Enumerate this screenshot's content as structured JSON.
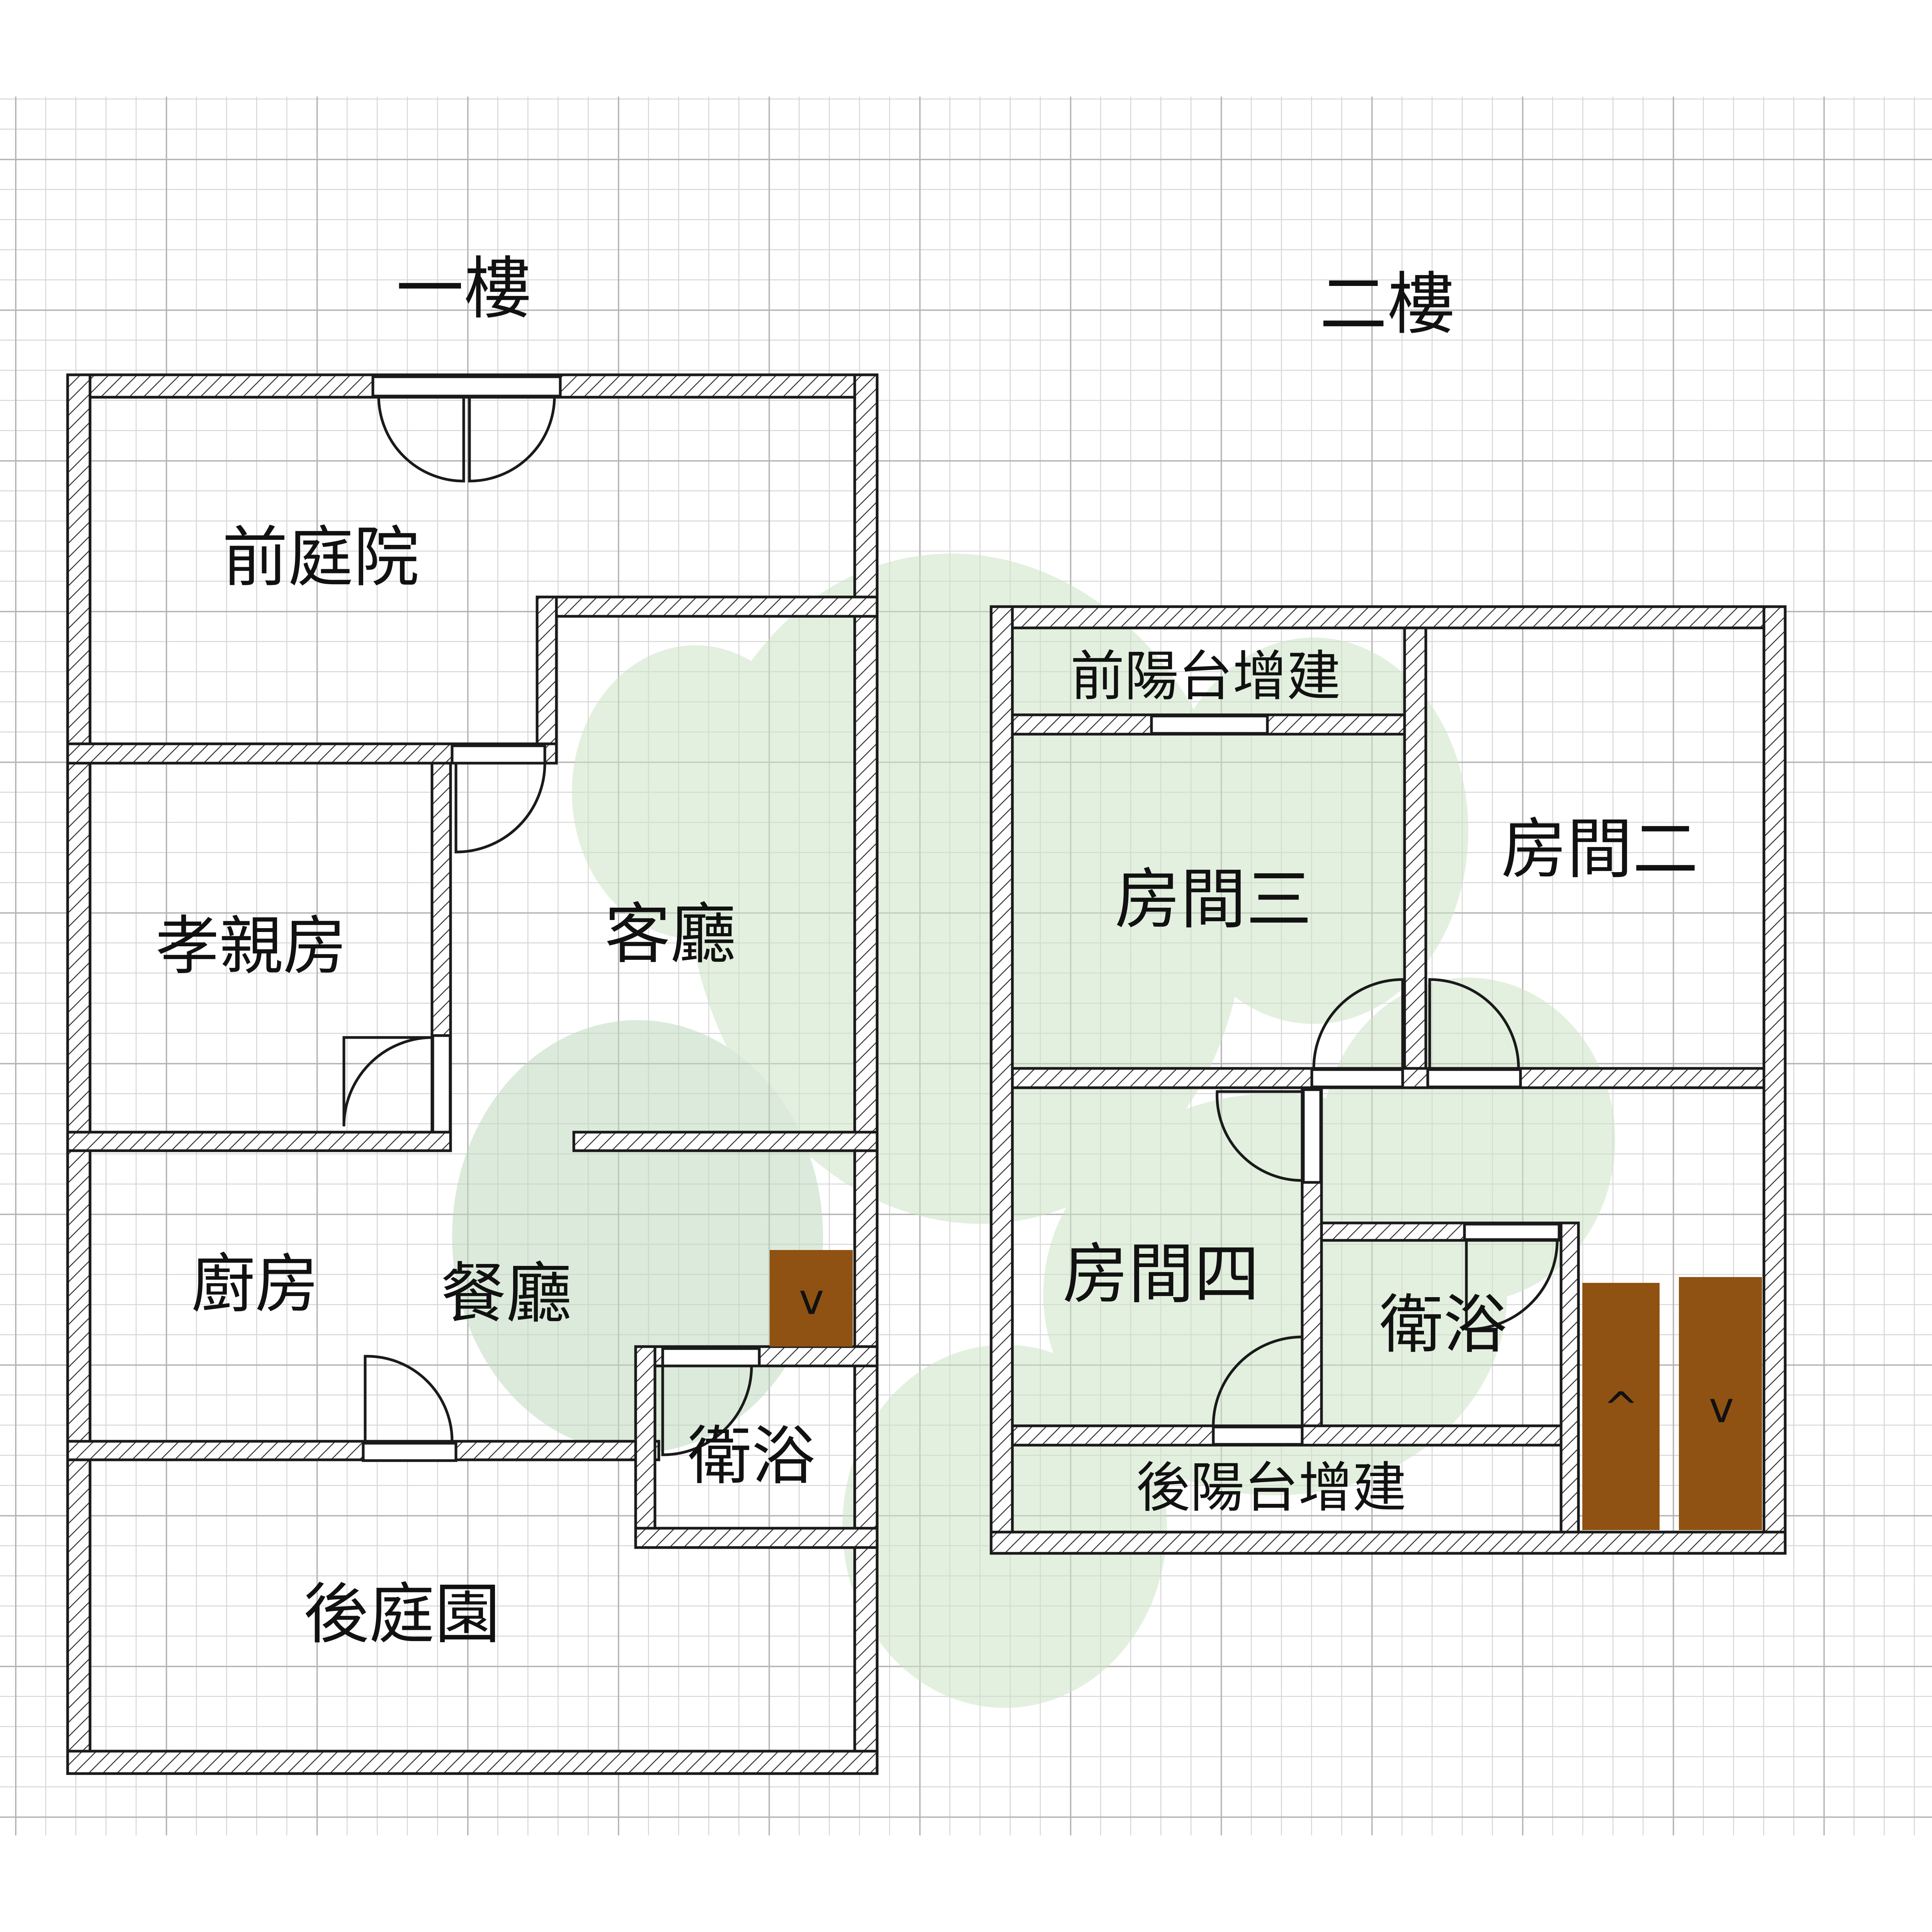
{
  "colors": {
    "background": "#ffffff",
    "grid_minor": "#d7d7d7",
    "grid_major": "#b4b4b4",
    "wall_stroke": "#1a1a1a",
    "wall_hatch": "#333333",
    "stair_fill": "#8f5212",
    "watermark": "#b9d7b1"
  },
  "floor1": {
    "title": "一樓",
    "rooms": {
      "front_yard": "前庭院",
      "parents_room": "孝親房",
      "living_room": "客廳",
      "kitchen": "廚房",
      "dining_room": "餐廳",
      "bathroom": "衛浴",
      "back_garden": "後庭園"
    },
    "stair_marker": "v"
  },
  "floor2": {
    "title": "二樓",
    "rooms": {
      "front_balcony": "前陽台增建",
      "room_two": "房間二",
      "room_three": "房間三",
      "room_four": "房間四",
      "bathroom": "衛浴",
      "back_balcony": "後陽台增建"
    },
    "stair_up": "^",
    "stair_down": "v"
  },
  "watermark_icon": "clover-logo"
}
